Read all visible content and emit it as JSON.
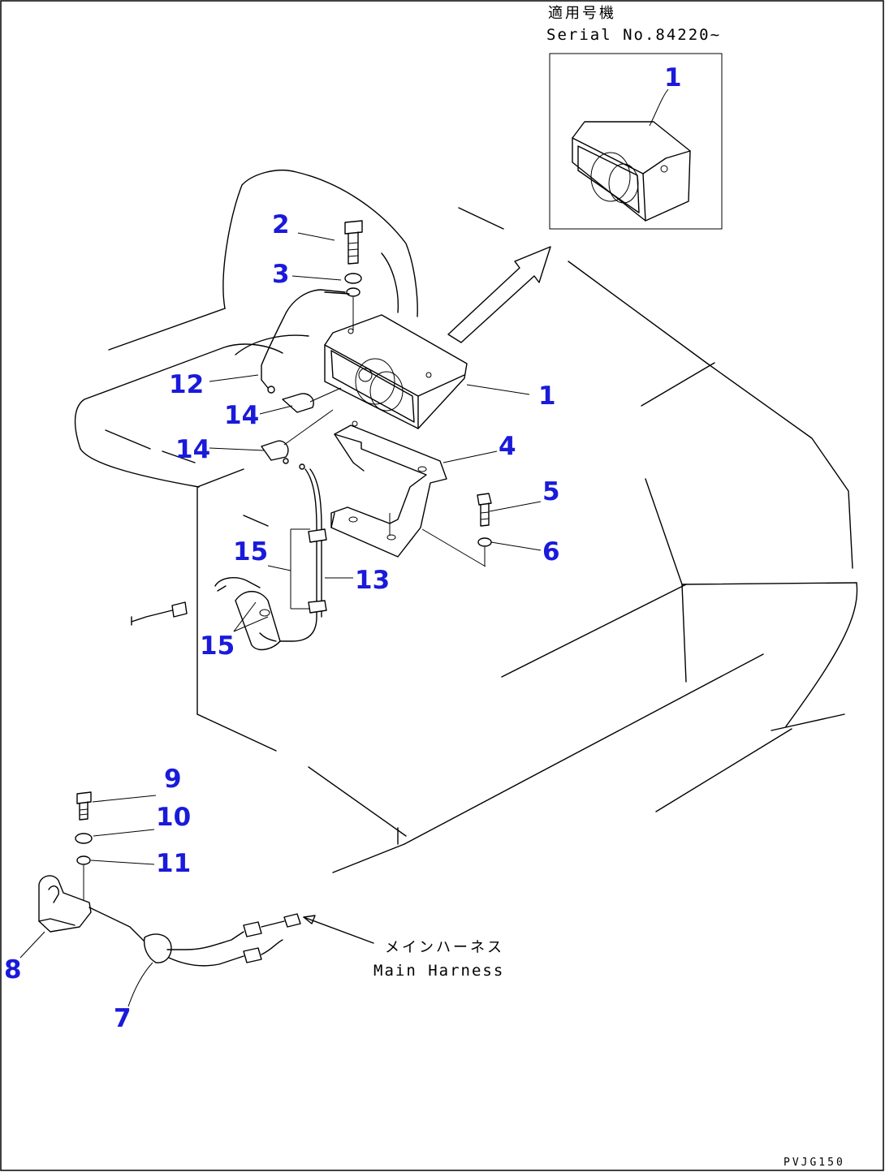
{
  "inset": {
    "applicable_jp": "適用号機",
    "serial_text": "Serial No.84220~"
  },
  "harness_label": {
    "jp": "メインハーネス",
    "en": "Main Harness"
  },
  "drawing_code": "PVJG150",
  "callouts": [
    {
      "id": "1",
      "text": "1"
    },
    {
      "id": "1b",
      "text": "1"
    },
    {
      "id": "2",
      "text": "2"
    },
    {
      "id": "3",
      "text": "3"
    },
    {
      "id": "4",
      "text": "4"
    },
    {
      "id": "5",
      "text": "5"
    },
    {
      "id": "6",
      "text": "6"
    },
    {
      "id": "7",
      "text": "7"
    },
    {
      "id": "8",
      "text": "8"
    },
    {
      "id": "9",
      "text": "9"
    },
    {
      "id": "10",
      "text": "10"
    },
    {
      "id": "11",
      "text": "11"
    },
    {
      "id": "12",
      "text": "12"
    },
    {
      "id": "13",
      "text": "13"
    },
    {
      "id": "14a",
      "text": "14"
    },
    {
      "id": "14b",
      "text": "14"
    },
    {
      "id": "15a",
      "text": "15"
    },
    {
      "id": "15b",
      "text": "15"
    }
  ]
}
